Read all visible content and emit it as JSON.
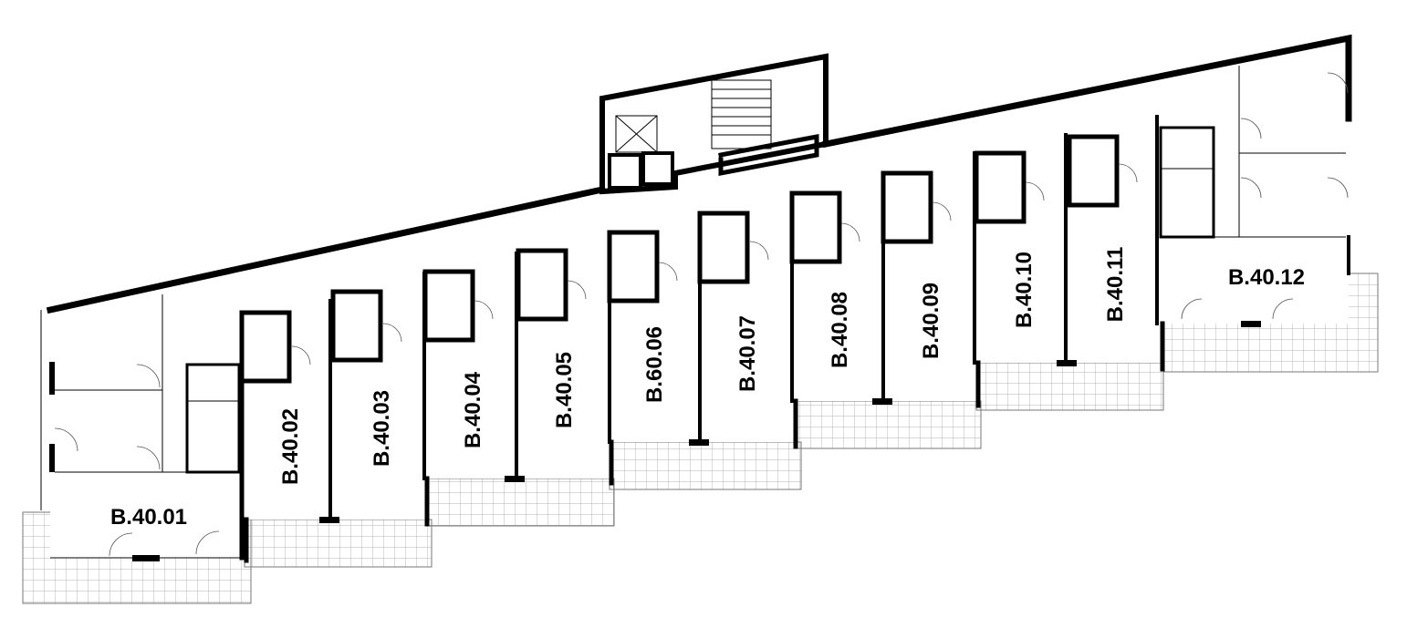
{
  "plan": {
    "units": [
      {
        "id": "B.40.01"
      },
      {
        "id": "B.40.02"
      },
      {
        "id": "B.40.03"
      },
      {
        "id": "B.40.04"
      },
      {
        "id": "B.40.05"
      },
      {
        "id": "B.60.06"
      },
      {
        "id": "B.40.07"
      },
      {
        "id": "B.40.08"
      },
      {
        "id": "B.40.09"
      },
      {
        "id": "B.40.10"
      },
      {
        "id": "B.40.11"
      },
      {
        "id": "B.40.12"
      }
    ]
  }
}
